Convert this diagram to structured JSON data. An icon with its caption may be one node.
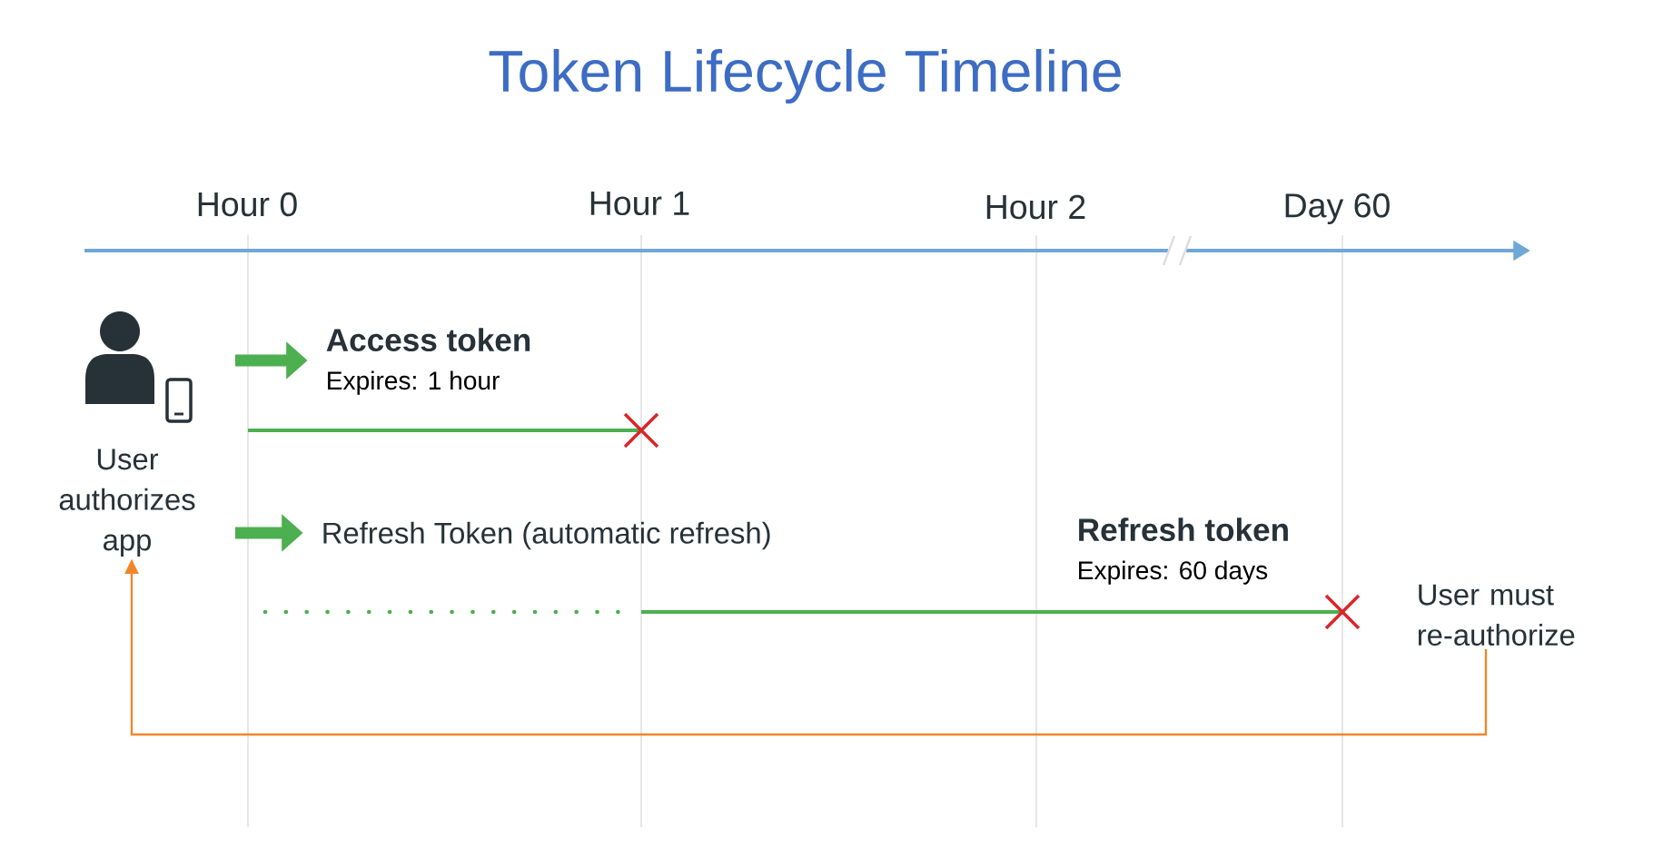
{
  "diagram": {
    "title": "Token Lifecycle Timeline",
    "nodes": [
      {
        "text": [
          "User authorizes app"
        ]
      },
      {
        "text": [
          "Access token",
          "Expires: 1 hour"
        ]
      },
      {
        "text": [
          "Refresh Token (automatic refresh)"
        ]
      },
      {
        "text": [
          "Refresh token",
          "Expires: 60 days"
        ]
      },
      {
        "text": [
          "User must re-authorize"
        ]
      }
    ],
    "edges": [
      {
        "from": 0,
        "to": 1,
        "arrow": "to"
      },
      {
        "from": 0,
        "to": 2,
        "arrow": "to"
      },
      {
        "from": 4,
        "to": 0,
        "arrow": "to",
        "color": "#f0862a"
      }
    ],
    "labels": [
      "Hour 0",
      "Hour 1",
      "Hour 2",
      "Day 60"
    ]
  }
}
